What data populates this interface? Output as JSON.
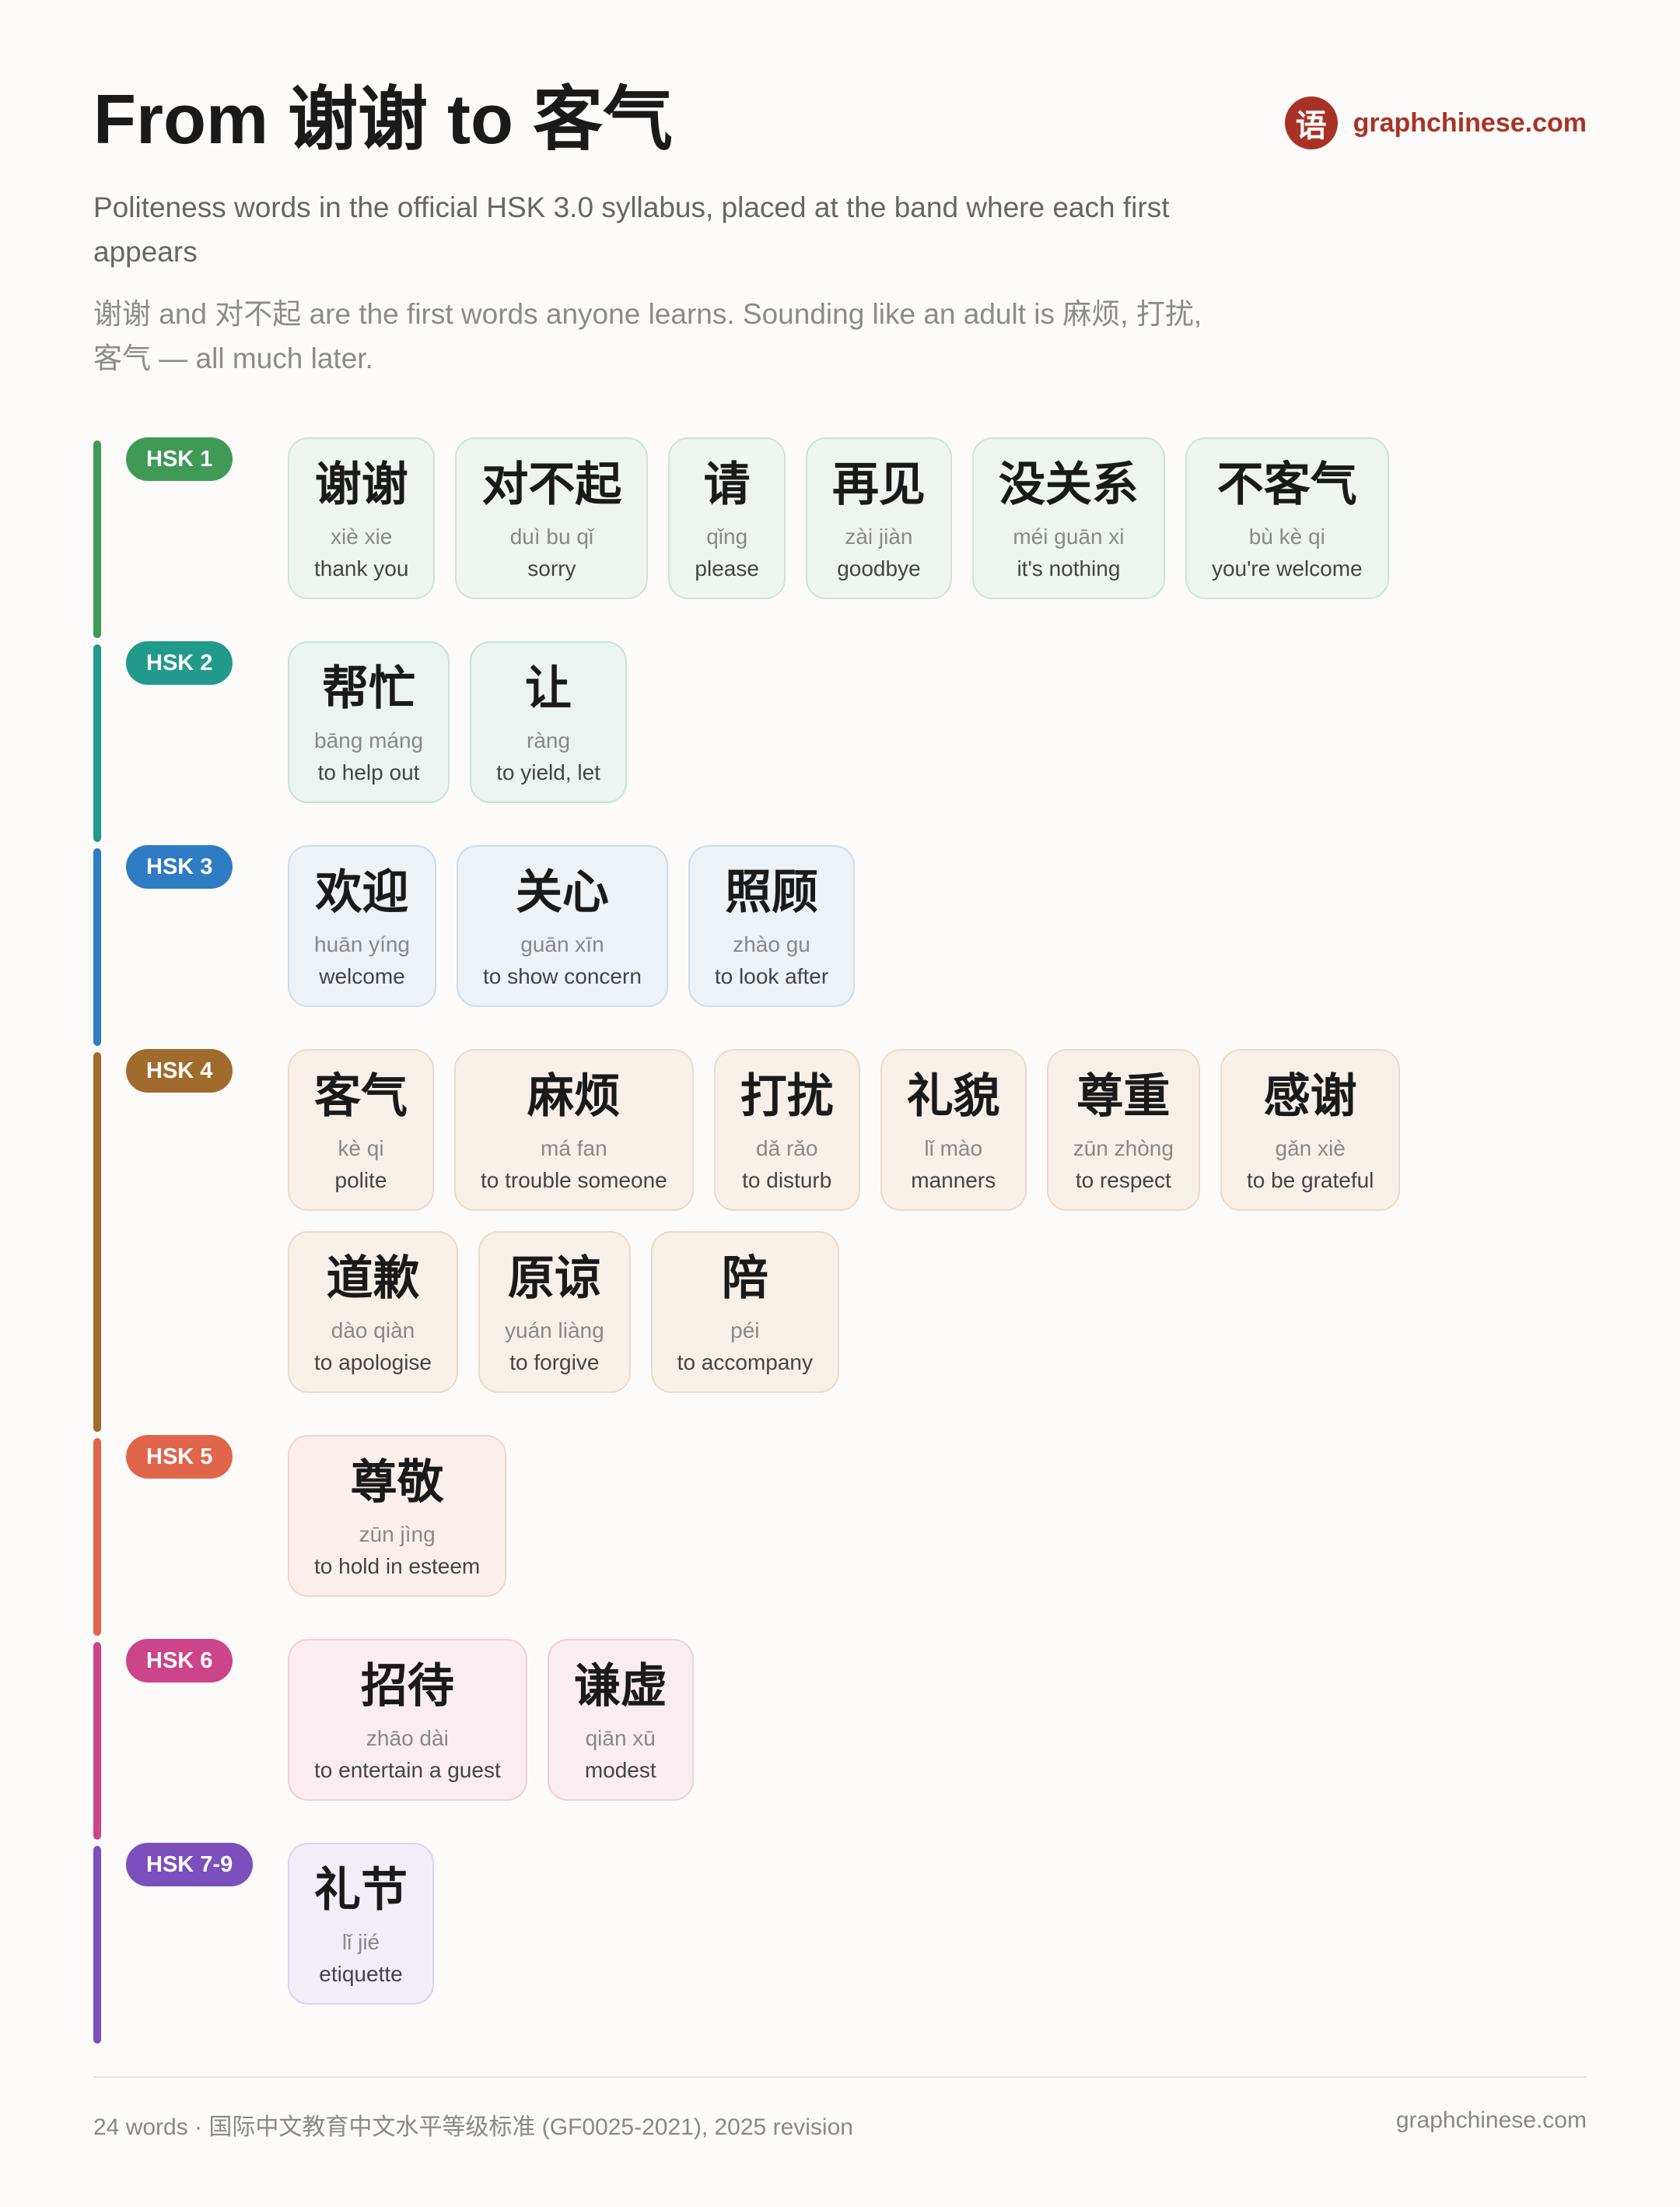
{
  "header": {
    "title": "From 谢谢 to 客气",
    "subtitle": "Politeness words in the official HSK 3.0 syllabus, placed at the band where each first appears",
    "intro": "谢谢 and 对不起 are the first words anyone learns. Sounding like an adult is 麻烦, 打扰, 客气 — all much later."
  },
  "brand": {
    "logo_glyph": "语",
    "name": "graphchinese.com",
    "color": "#a93226"
  },
  "bands": [
    {
      "label": "HSK 1",
      "color": "#3f9a56",
      "card_bg": "#eef5ee",
      "card_border": "#cfe4d3",
      "words": [
        {
          "hanzi": "谢谢",
          "pinyin": "xiè xie",
          "english": "thank you"
        },
        {
          "hanzi": "对不起",
          "pinyin": "duì bu qǐ",
          "english": "sorry"
        },
        {
          "hanzi": "请",
          "pinyin": "qǐng",
          "english": "please"
        },
        {
          "hanzi": "再见",
          "pinyin": "zài jiàn",
          "english": "goodbye"
        },
        {
          "hanzi": "没关系",
          "pinyin": "méi guān xi",
          "english": "it's nothing"
        },
        {
          "hanzi": "不客气",
          "pinyin": "bù kè qi",
          "english": "you're welcome"
        }
      ]
    },
    {
      "label": "HSK 2",
      "color": "#21998b",
      "card_bg": "#ebf4f1",
      "card_border": "#c7e2dc",
      "words": [
        {
          "hanzi": "帮忙",
          "pinyin": "bāng máng",
          "english": "to help out"
        },
        {
          "hanzi": "让",
          "pinyin": "ràng",
          "english": "to yield, let"
        }
      ]
    },
    {
      "label": "HSK 3",
      "color": "#2f7bc4",
      "card_bg": "#edf2f7",
      "card_border": "#cddbea",
      "words": [
        {
          "hanzi": "欢迎",
          "pinyin": "huān yíng",
          "english": "welcome"
        },
        {
          "hanzi": "关心",
          "pinyin": "guān xīn",
          "english": "to show concern"
        },
        {
          "hanzi": "照顾",
          "pinyin": "zhào gu",
          "english": "to look after"
        }
      ]
    },
    {
      "label": "HSK 4",
      "color": "#a06b2c",
      "card_bg": "#f7f0e8",
      "card_border": "#eadacb",
      "words": [
        {
          "hanzi": "客气",
          "pinyin": "kè qi",
          "english": "polite"
        },
        {
          "hanzi": "麻烦",
          "pinyin": "má fan",
          "english": "to trouble someone"
        },
        {
          "hanzi": "打扰",
          "pinyin": "dǎ rǎo",
          "english": "to disturb"
        },
        {
          "hanzi": "礼貌",
          "pinyin": "lǐ mào",
          "english": "manners"
        },
        {
          "hanzi": "尊重",
          "pinyin": "zūn zhòng",
          "english": "to respect"
        },
        {
          "hanzi": "感谢",
          "pinyin": "gǎn xiè",
          "english": "to be grateful"
        },
        {
          "hanzi": "道歉",
          "pinyin": "dào qiàn",
          "english": "to apologise"
        },
        {
          "hanzi": "原谅",
          "pinyin": "yuán liàng",
          "english": "to forgive"
        },
        {
          "hanzi": "陪",
          "pinyin": "péi",
          "english": "to accompany"
        }
      ]
    },
    {
      "label": "HSK 5",
      "color": "#e0654a",
      "card_bg": "#fbefec",
      "card_border": "#f2d3cb",
      "words": [
        {
          "hanzi": "尊敬",
          "pinyin": "zūn jìng",
          "english": "to hold in esteem"
        }
      ]
    },
    {
      "label": "HSK 6",
      "color": "#cc4489",
      "card_bg": "#f9edf1",
      "card_border": "#efcfdc",
      "words": [
        {
          "hanzi": "招待",
          "pinyin": "zhāo dài",
          "english": "to entertain a guest"
        },
        {
          "hanzi": "谦虚",
          "pinyin": "qiān xū",
          "english": "modest"
        }
      ]
    },
    {
      "label": "HSK 7-9",
      "color": "#7b4fbe",
      "card_bg": "#f1eef7",
      "card_border": "#dcd3ec",
      "words": [
        {
          "hanzi": "礼节",
          "pinyin": "lǐ jié",
          "english": "etiquette"
        }
      ]
    }
  ],
  "footer": {
    "source": "24 words · 国际中文教育中文水平等级标准 (GF0025-2021), 2025 revision",
    "site": "graphchinese.com"
  }
}
